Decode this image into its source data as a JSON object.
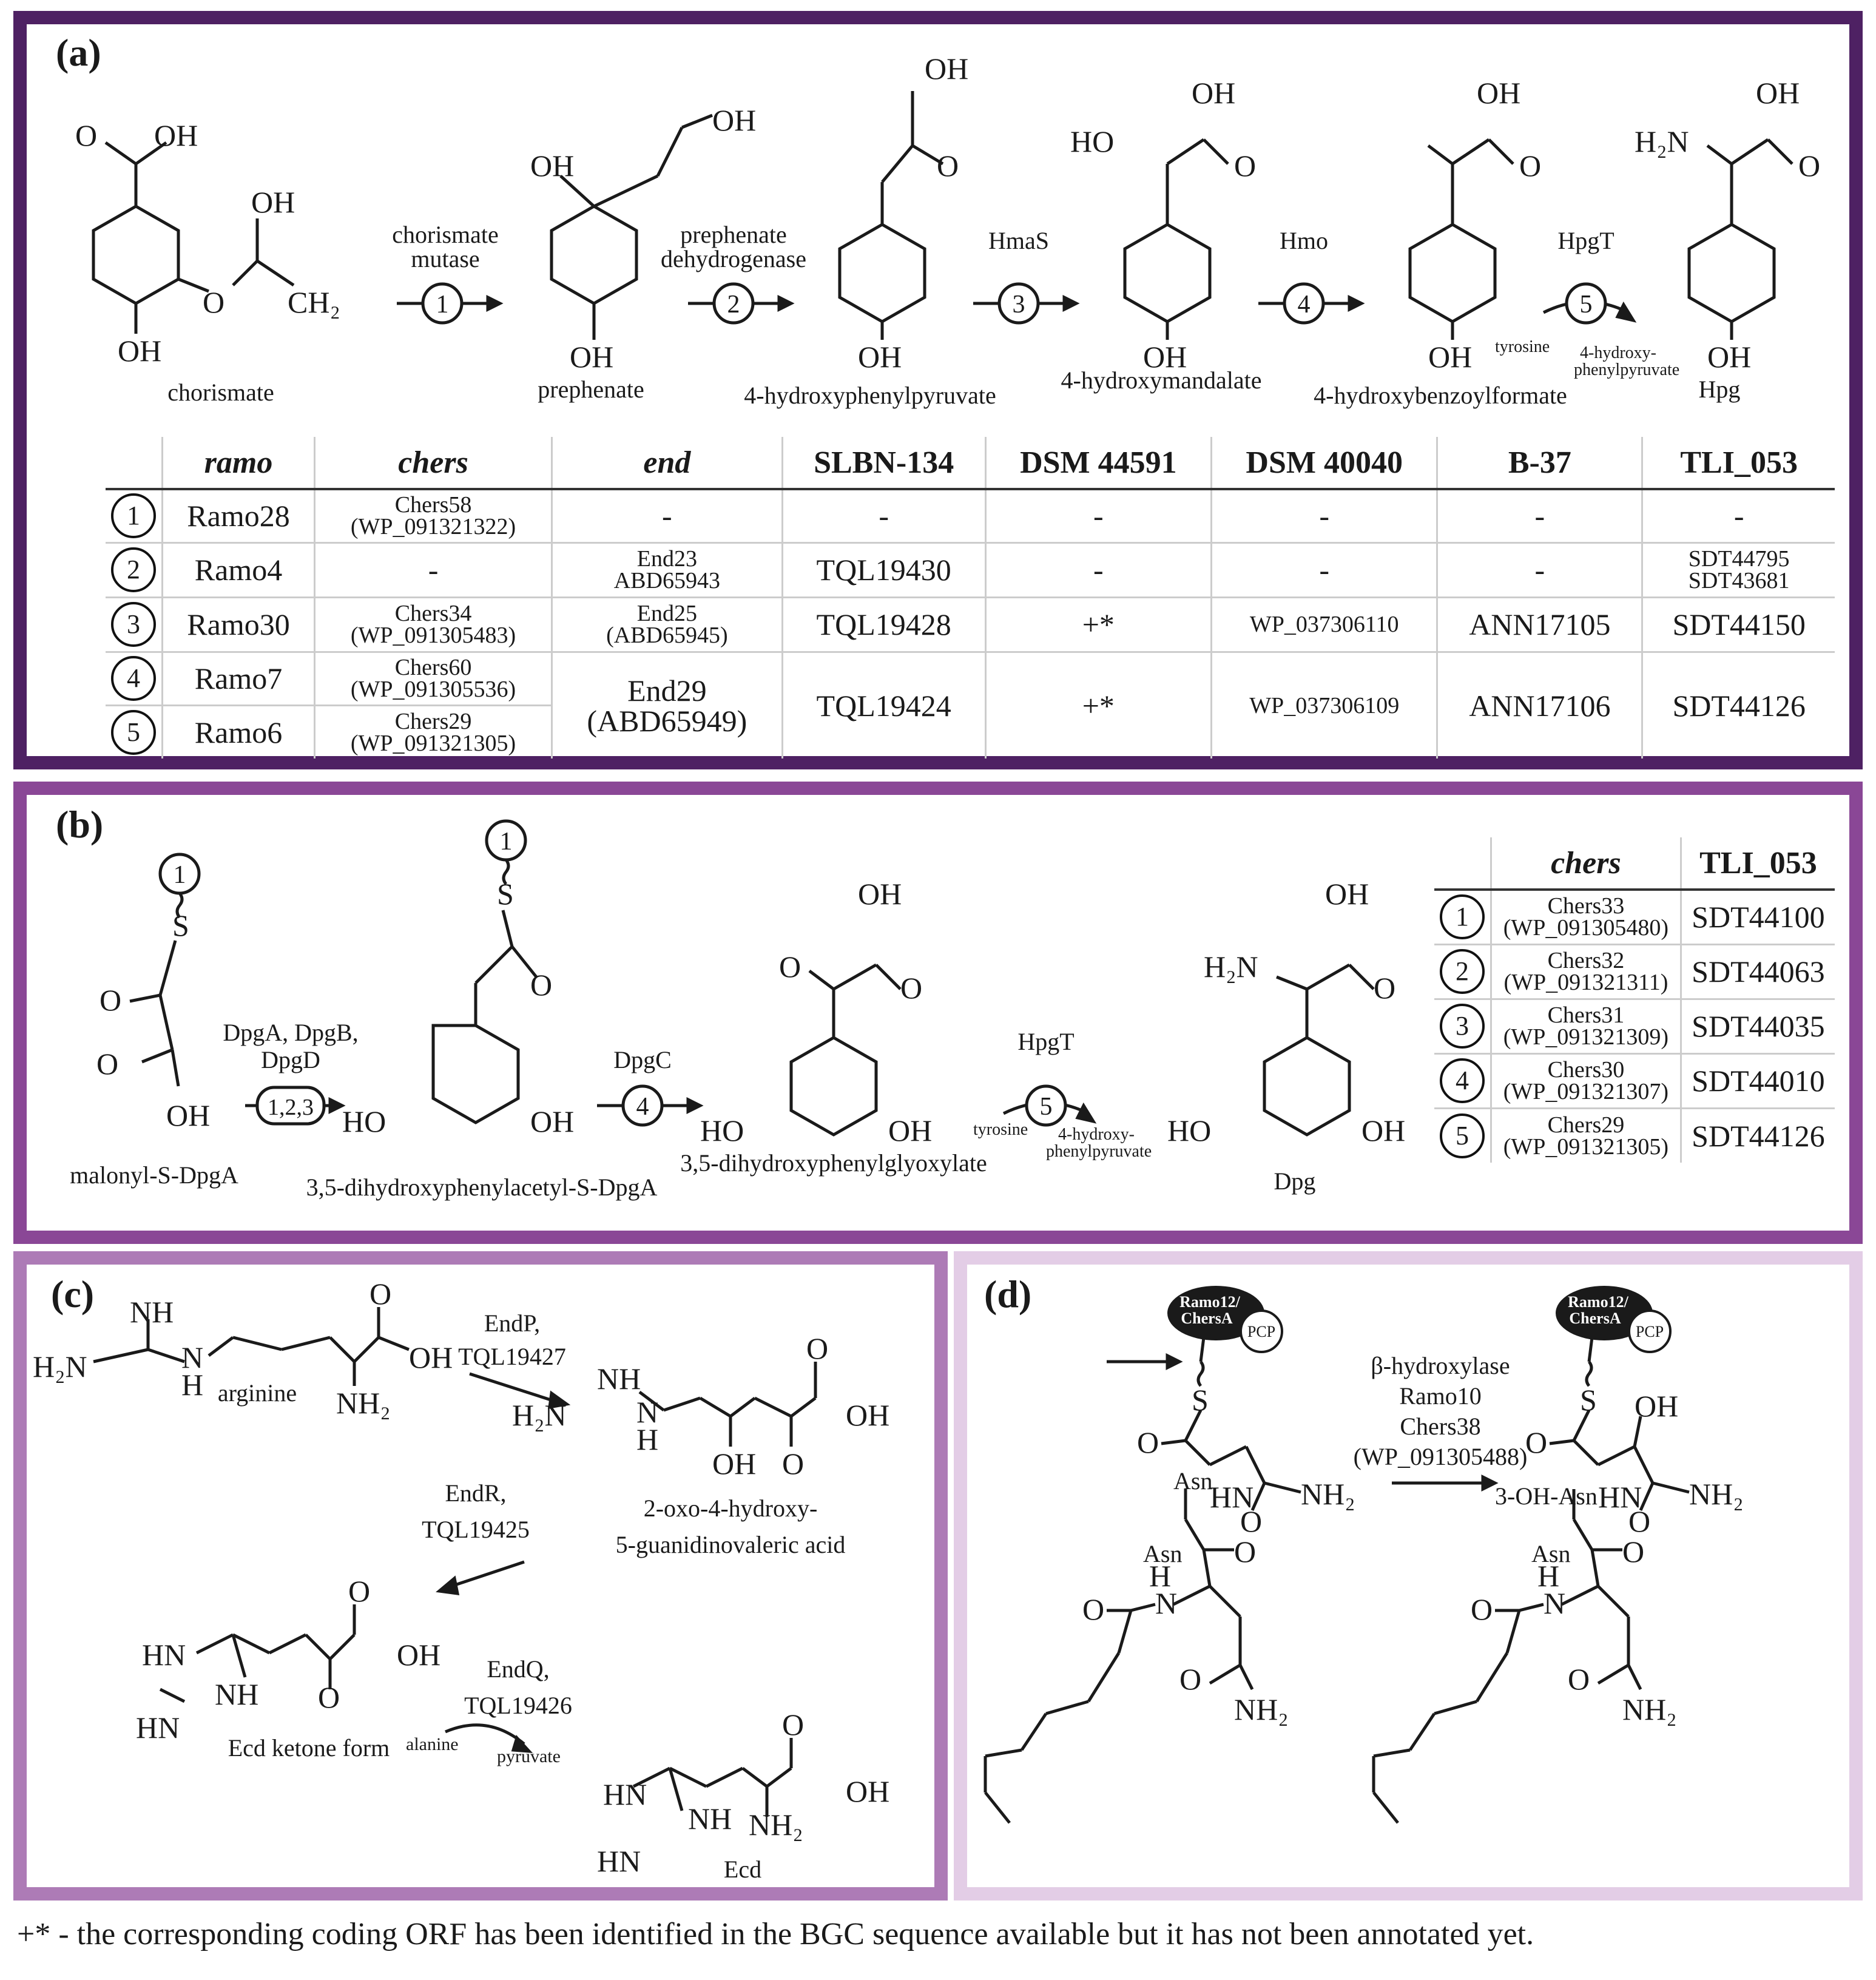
{
  "panels": {
    "a": {
      "label": "(a)",
      "compounds": [
        "chorismate",
        "prephenate",
        "4-hydroxyphenylpyruvate",
        "4-hydroxymandalate",
        "4-hydroxybenzoylformate",
        "Hpg"
      ],
      "enzymes": {
        "e1": [
          "chorismate",
          "mutase"
        ],
        "e2": [
          "prephenate",
          "dehydrogenase"
        ],
        "e3": "HmaS",
        "e4": "Hmo",
        "e5": "HpgT"
      },
      "step5_side": {
        "in": "tyrosine",
        "out": [
          "4-hydroxy-",
          "phenylpyruvate"
        ]
      },
      "table": {
        "headers": [
          "ramo",
          "chers",
          "end",
          "SLBN-134",
          "DSM 44591",
          "DSM 40040",
          "B-37",
          "TLI_053"
        ],
        "rows": [
          {
            "step": "1",
            "ramo": "Ramo28",
            "chers": [
              "Chers58",
              "(WP_091321322)"
            ],
            "end": [
              "-"
            ],
            "slbn": "-",
            "dsm44591": "-",
            "dsm40040": "-",
            "b37": "-",
            "tli": [
              "-"
            ]
          },
          {
            "step": "2",
            "ramo": "Ramo4",
            "chers": [
              "-"
            ],
            "end": [
              "End23",
              "ABD65943"
            ],
            "slbn": "TQL19430",
            "dsm44591": "-",
            "dsm40040": "-",
            "b37": "-",
            "tli": [
              "SDT44795",
              "SDT43681"
            ]
          },
          {
            "step": "3",
            "ramo": "Ramo30",
            "chers": [
              "Chers34",
              "(WP_091305483)"
            ],
            "end": [
              "End25",
              "(ABD65945)"
            ],
            "slbn": "TQL19428",
            "dsm44591": "+*",
            "dsm40040": "WP_037306110",
            "b37": "ANN17105",
            "tli": [
              "SDT44150"
            ]
          },
          {
            "step": "4",
            "ramo": "Ramo7",
            "chers": [
              "Chers60",
              "(WP_091305536)"
            ]
          },
          {
            "step": "5",
            "ramo": "Ramo6",
            "chers": [
              "Chers29",
              "(WP_091321305)"
            ]
          }
        ],
        "merged_45": {
          "end": [
            "End29",
            "(ABD65949)"
          ],
          "slbn": "TQL19424",
          "dsm44591": "+*",
          "dsm40040": "WP_037306109",
          "b37": "ANN17106",
          "tli": "SDT44126"
        }
      }
    },
    "b": {
      "label": "(b)",
      "compounds": [
        "malonyl-S-DpgA",
        "3,5-dihydroxyphenylacetyl-S-DpgA",
        "3,5-dihydroxyphenylglyoxylate",
        "Dpg"
      ],
      "enzymes": {
        "e123": [
          "DpgA, DpgB,",
          "DpgD"
        ],
        "e4": "DpgC",
        "e5": "HpgT"
      },
      "step_labels": {
        "s123": "1,2,3",
        "s4": "4",
        "s5": "5",
        "carrier": "1"
      },
      "step5_side": {
        "in": "tyrosine",
        "out": [
          "4-hydroxy-",
          "phenylpyruvate"
        ]
      },
      "table": {
        "headers": [
          "chers",
          "TLI_053"
        ],
        "rows": [
          {
            "step": "1",
            "chers": [
              "Chers33",
              "(WP_091305480)"
            ],
            "tli": "SDT44100"
          },
          {
            "step": "2",
            "chers": [
              "Chers32",
              "(WP_091321311)"
            ],
            "tli": "SDT44063"
          },
          {
            "step": "3",
            "chers": [
              "Chers31",
              "(WP_091321309)"
            ],
            "tli": "SDT44035"
          },
          {
            "step": "4",
            "chers": [
              "Chers30",
              "(WP_091321307)"
            ],
            "tli": "SDT44010"
          },
          {
            "step": "5",
            "chers": [
              "Chers29",
              "(WP_091321305)"
            ],
            "tli": "SDT44126"
          }
        ]
      }
    },
    "c": {
      "label": "(c)",
      "compounds": [
        "arginine",
        [
          "2-oxo-4-hydroxy-",
          "5-guanidinovaleric acid"
        ],
        "Ecd ketone form",
        "Ecd"
      ],
      "enzymes": {
        "p": [
          "EndP,",
          "TQL19427"
        ],
        "r": [
          "EndR,",
          "TQL19425"
        ],
        "q": [
          "EndQ,",
          "TQL19426"
        ]
      },
      "side": {
        "in": "alanine",
        "out": "pyruvate"
      }
    },
    "d": {
      "label": "(d)",
      "enzyme": [
        "β-hydroxylase",
        "Ramo10",
        "Chers38",
        "(WP_091305488)"
      ],
      "domain": {
        "line1": "Ramo12/",
        "line2": "ChersA",
        "pcp": "PCP"
      },
      "residues": {
        "asn": "Asn",
        "oh_asn": "3-OH-Asn"
      }
    }
  },
  "footnote": "+* - the corresponding coding ORF has been identified in the BGC sequence available but it has not been annotated yet.",
  "atoms": {
    "O": "O",
    "OH": "OH",
    "HO": "HO",
    "S": "S",
    "NH": "NH",
    "H": "H",
    "N": "N",
    "HN": "HN",
    "H2N": "H₂N",
    "NH2": "NH₂",
    "CH2": "CH₂"
  }
}
